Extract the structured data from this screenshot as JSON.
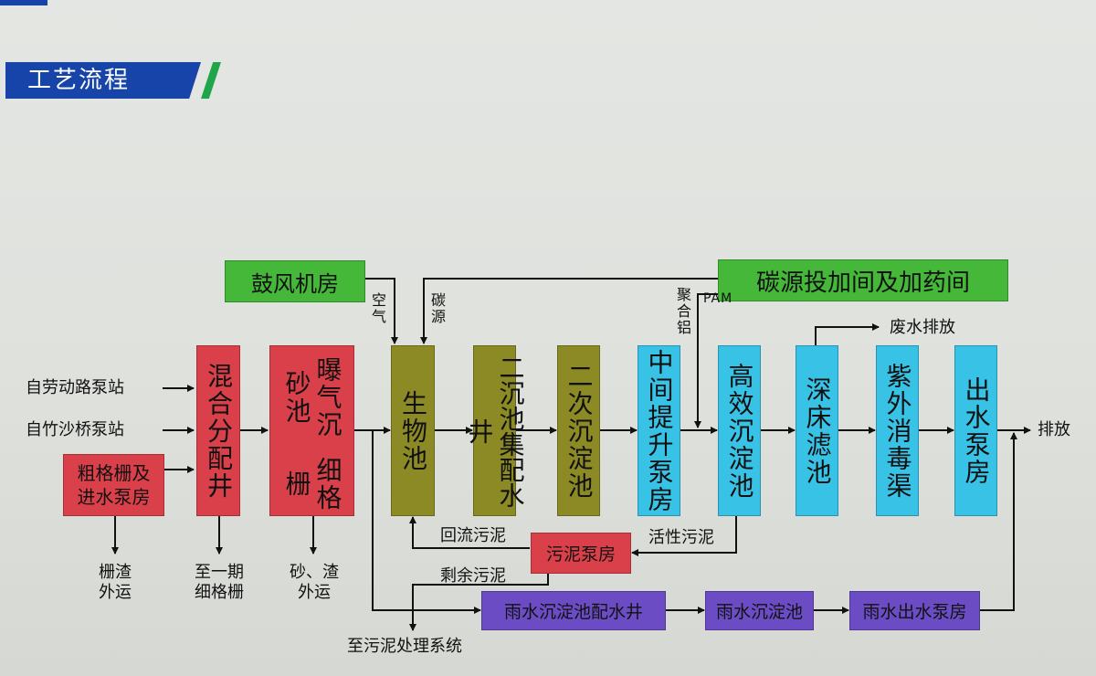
{
  "header": {
    "title": "工艺流程"
  },
  "colors": {
    "red": "#d9404a",
    "olive": "#8c8a24",
    "green": "#45b83a",
    "cyan": "#38c3e6",
    "purple": "#6c4cc4",
    "brand_blue": "#1744a8"
  },
  "nodes": {
    "blower": "鼓风机房",
    "carbon_dosing": "碳源投加间及加药间",
    "coarse_screen": "粗格栅及进水泵房",
    "mix_well": "混合分配井",
    "fine_screen": "细格栅",
    "aerated_grit": "曝气沉砂池",
    "bio_tank": "生物池",
    "sec_distrib": "二沉池集配水井",
    "sec_clarifier": "二次沉淀池",
    "lift_pump": "中间提升泵房",
    "hi_eff_clarifier": "高效沉淀池",
    "deep_filter": "深床滤池",
    "uv": "紫外消毒渠",
    "outlet_pump": "出水泵房",
    "sludge_pump": "污泥泵房",
    "rain_distrib": "雨水沉淀池配水井",
    "rain_clarifier": "雨水沉淀池",
    "rain_outlet": "雨水出水泵房"
  },
  "labels": {
    "inflow_1": "自劳动路泵站",
    "inflow_2": "自竹沙桥泵站",
    "screenings_1": "栅渣",
    "screenings_2": "外运",
    "to_phase1_1": "至一期",
    "to_phase1_2": "细格栅",
    "grit_1": "砂、渣",
    "grit_2": "外运",
    "air": "空气",
    "carbon": "碳源",
    "pac": "聚合铝",
    "pam": "PAM",
    "wastewater": "废水排放",
    "discharge": "排放",
    "return_sludge": "回流污泥",
    "activated_sludge": "活性污泥",
    "excess_sludge": "剩余污泥",
    "to_sludge_sys": "至污泥处理系统"
  }
}
